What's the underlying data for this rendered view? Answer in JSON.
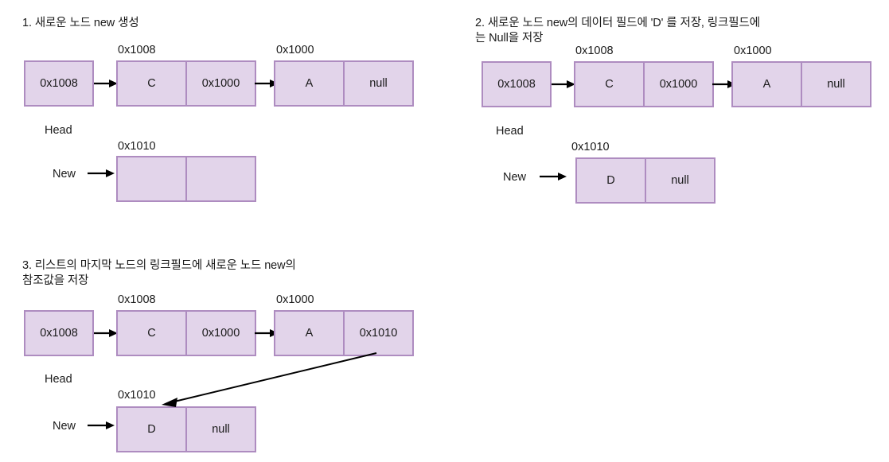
{
  "document": {
    "kind": "linked-list-insertion-diagram",
    "language": "ko",
    "background_color": "#ffffff",
    "box_fill_color": "#e2d4ea",
    "box_border_color": "#ae8cc0",
    "text_color": "#1a1a1a",
    "arrow_color": "#000000"
  },
  "panels": [
    {
      "id": "step-1",
      "title": "1. 새로운 노드 new 생성",
      "head_pointer": {
        "address_value": "0x1008",
        "label": "Head"
      },
      "chain": [
        {
          "address": "0x1008",
          "data": "C",
          "link": "0x1000"
        },
        {
          "address": "0x1000",
          "data": "A",
          "link": "null"
        }
      ],
      "new_node": {
        "label": "New",
        "address": "0x1010",
        "data": "",
        "link": ""
      }
    },
    {
      "id": "step-2",
      "title": "2. 새로운 노드 new의 데이터 필드에 'D' 를 저장, 링크필드에\n는 Null을 저장",
      "head_pointer": {
        "address_value": "0x1008",
        "label": "Head"
      },
      "chain": [
        {
          "address": "0x1008",
          "data": "C",
          "link": "0x1000"
        },
        {
          "address": "0x1000",
          "data": "A",
          "link": "null"
        }
      ],
      "new_node": {
        "label": "New",
        "address": "0x1010",
        "data": "D",
        "link": "null"
      }
    },
    {
      "id": "step-3",
      "title": "3. 리스트의 마지막 노드의 링크필드에 새로운 노드 new의\n참조값을 저장",
      "head_pointer": {
        "address_value": "0x1008",
        "label": "Head"
      },
      "chain": [
        {
          "address": "0x1008",
          "data": "C",
          "link": "0x1000"
        },
        {
          "address": "0x1000",
          "data": "A",
          "link": "0x1010"
        }
      ],
      "new_node": {
        "label": "New",
        "address": "0x1010",
        "data": "D",
        "link": "null"
      }
    }
  ]
}
